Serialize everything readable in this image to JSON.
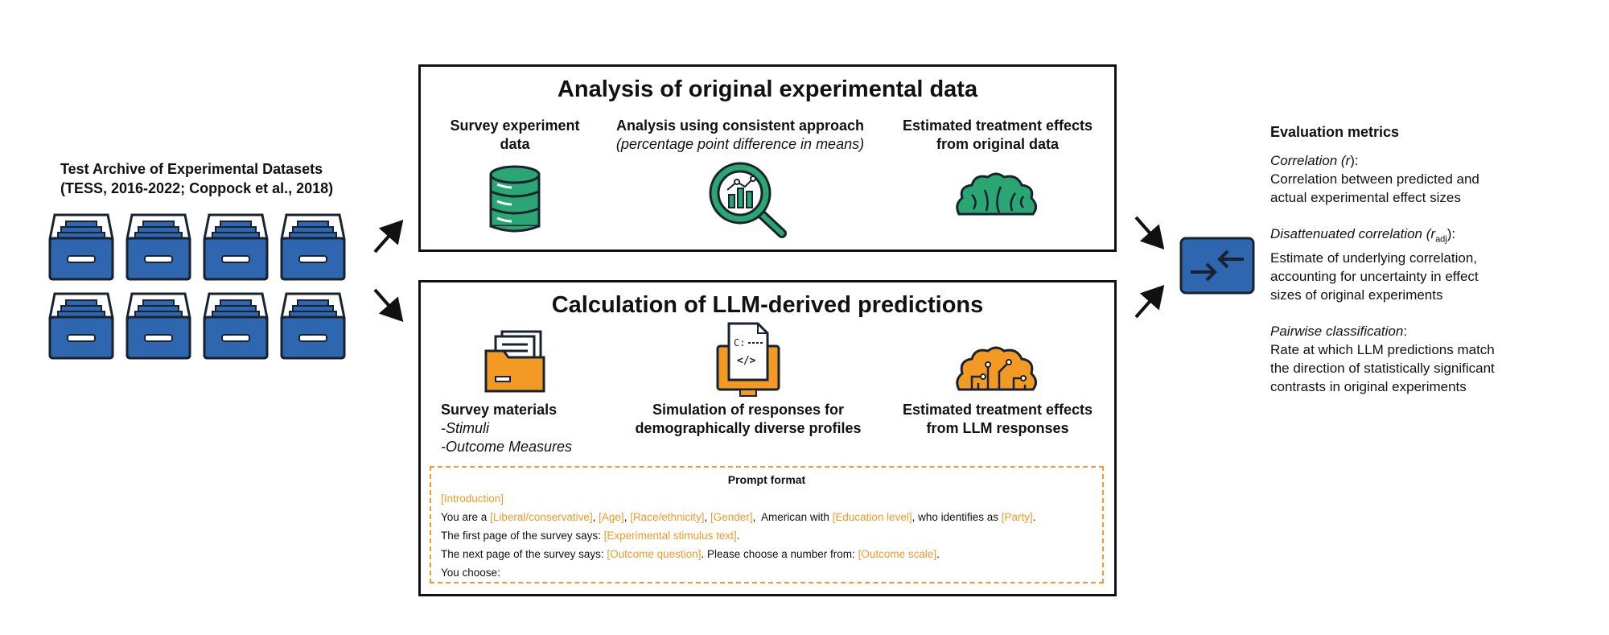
{
  "archive": {
    "title_line1": "Test Archive of Experimental Datasets",
    "title_line2": "(TESS, 2016-2022; Coppock et al., 2018)",
    "drawer_icon": "file-drawer-icon",
    "drawer_count": 8
  },
  "top_panel": {
    "title": "Analysis of original experimental data",
    "step1_line1": "Survey experiment",
    "step1_line2": "data",
    "step1_icon": "database-icon",
    "step2_line1": "Analysis using consistent approach",
    "step2_line2": "(percentage point difference in means)",
    "step2_icon": "magnifier-chart-icon",
    "step3_line1": "Estimated treatment effects",
    "step3_line2": "from original data",
    "step3_icon": "brain-icon"
  },
  "bottom_panel": {
    "title": "Calculation of LLM-derived predictions",
    "step1_title": "Survey materials",
    "step1_item1": "-Stimuli",
    "step1_item2": "-Outcome Measures",
    "step1_icon": "folder-documents-icon",
    "step2_line1": "Simulation of responses for",
    "step2_line2": "demographically diverse profiles",
    "step2_icon": "computer-code-icon",
    "step3_line1": "Estimated treatment effects",
    "step3_line2": "from LLM responses",
    "step3_icon": "circuit-brain-icon"
  },
  "prompt": {
    "title": "Prompt format",
    "intro": "[Introduction]",
    "l1_a": "You are a ",
    "l1_lib": "[Liberal/conservative]",
    "l1_c1": ", ",
    "l1_age": "[Age]",
    "l1_c2": ", ",
    "l1_race": "[Race/ethnicity]",
    "l1_c3": ", ",
    "l1_gender": "[Gender]",
    "l1_b": ",  American with ",
    "l1_edu": "[Education level]",
    "l1_c": ", who identifies as ",
    "l1_party": "[Party]",
    "l1_end": ".",
    "l2_a": "The first page of the survey says: ",
    "l2_stim": "[Experimental stimulus text]",
    "l2_end": ".",
    "l3_a": "The next page of the survey says: ",
    "l3_q": "[Outcome question]",
    "l3_b": ". Please choose a number from: ",
    "l3_scale": "[Outcome scale]",
    "l3_end": ".",
    "l4": "You choose:"
  },
  "compare_icon": "compare-arrows-icon",
  "metrics": {
    "title": "Evaluation metrics",
    "m1_name": "Correlation (",
    "m1_sym": "r",
    "m1_close": "):",
    "m1_desc": "Correlation between predicted and actual experimental effect sizes",
    "m2_name": "Disattenuated correlation (",
    "m2_sym": "r",
    "m2_sub": "adj",
    "m2_close": "):",
    "m2_desc": "Estimate of underlying correlation, accounting for uncertainty in effect sizes of original experiments",
    "m3_name": "Pairwise classification",
    "m3_colon": ":",
    "m3_desc": "Rate at which LLM predictions match the direction of statistically significant contrasts in original experiments"
  },
  "colors": {
    "blue": "#2e66b0",
    "green": "#2aa673",
    "orange": "#f39a24",
    "outline": "#1a2230"
  }
}
